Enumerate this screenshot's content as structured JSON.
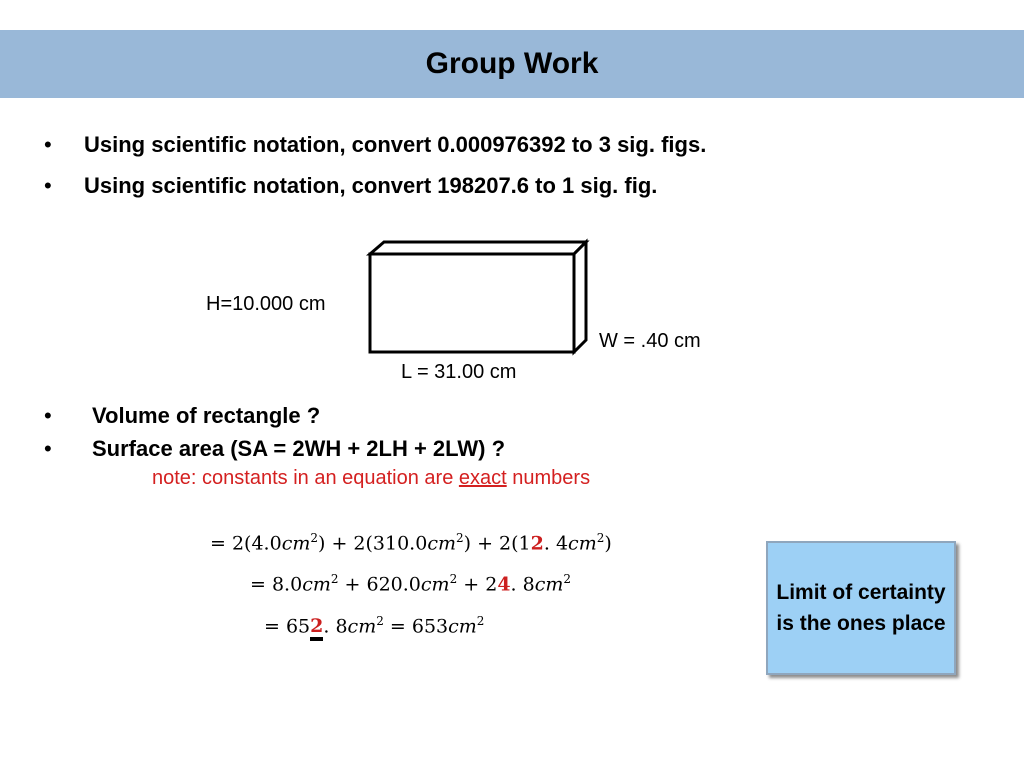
{
  "slide": {
    "title": "Group Work",
    "bullets_top": [
      "Using scientific notation, convert 0.000976392 to 3 sig. figs.",
      "Using scientific notation, convert 198207.6 to 1 sig. fig."
    ],
    "bullet_marker": "•",
    "box": {
      "height_label": "H=10.000 cm",
      "width_label": "W = .40 cm",
      "length_label": "L = 31.00 cm"
    },
    "bullets_bottom": [
      "Volume of rectangle ?",
      "Surface area (SA = 2WH + 2LH + 2LW) ?"
    ],
    "note": {
      "before": "note: constants in an equation are ",
      "emphasis": "exact",
      "after": " numbers"
    },
    "equations": {
      "line1": {
        "eq": "= 2(4.0",
        "unit": "cm",
        "exp": "2",
        "mid1": ") + 2(310.0",
        "mid2": ") + 2(1",
        "red_digit": "2",
        "tail": ". 4"
      },
      "line2": {
        "start": "= 8.0",
        "unit": "cm",
        "exp": "2",
        "mid1": " + 620.0",
        "mid2": " + 2",
        "red_digit": "4",
        "tail": ". 8"
      },
      "line3": {
        "start": "= 65",
        "red_digit": "2",
        "tail": ". 8",
        "unit": "cm",
        "exp": "2",
        "mid": " = 653"
      },
      "close_paren": ")"
    },
    "callout": "Limit of certainty is the ones place"
  }
}
